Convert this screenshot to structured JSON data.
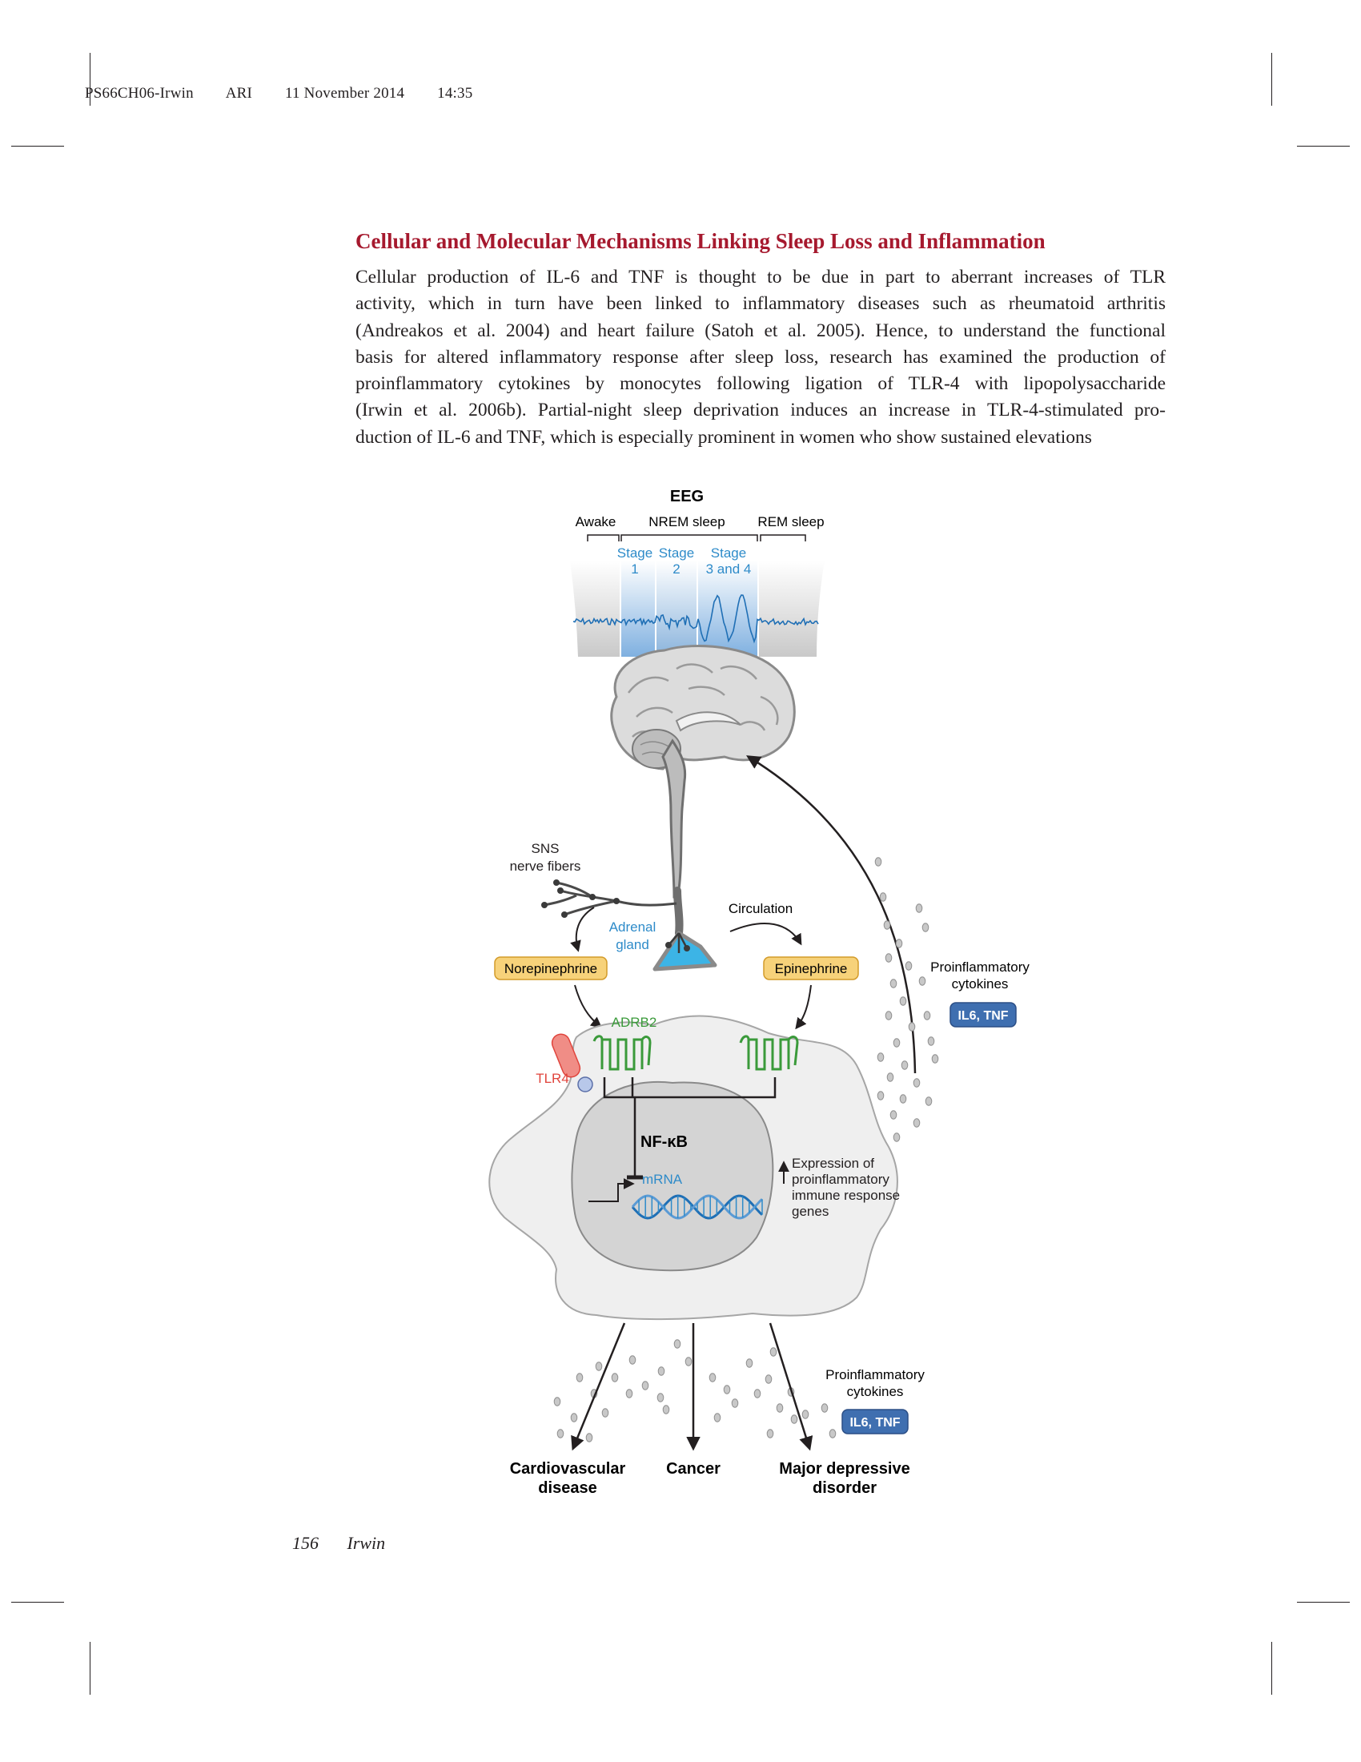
{
  "header": {
    "code": "PS66CH06-Irwin",
    "publisher": "ARI",
    "date": "11 November 2014",
    "time": "14:35"
  },
  "section_title": "Cellular and Molecular Mechanisms Linking Sleep Loss and Inflammation",
  "paragraph_lines": [
    "Cellular production of IL-6 and TNF is thought to be due in part to aberrant increases of TLR",
    "activity, which in turn have been linked to inflammatory diseases such as rheumatoid arthritis",
    "(Andreakos et al. 2004) and heart failure (Satoh et al. 2005). Hence, to understand the functional",
    "basis for altered inflammatory response after sleep loss, research has examined the production of",
    "proinflammatory cytokines by monocytes following ligation of TLR-4 with lipopolysaccharide",
    "(Irwin et al. 2006b). Partial-night sleep deprivation induces an increase in TLR-4-stimulated pro-",
    "duction of IL-6 and TNF, which is especially prominent in women who show sustained elevations"
  ],
  "figure": {
    "eeg_title": "EEG",
    "awake": "Awake",
    "nrem": "NREM sleep",
    "rem": "REM sleep",
    "stage1": [
      "Stage",
      "1"
    ],
    "stage2": [
      "Stage",
      "2"
    ],
    "stage34": [
      "Stage",
      "3 and 4"
    ],
    "sns": [
      "SNS",
      "nerve fibers"
    ],
    "adrenal": [
      "Adrenal",
      "gland"
    ],
    "circulation": "Circulation",
    "norepinephrine": "Norepinephrine",
    "epinephrine": "Epinephrine",
    "adrb2": "ADRB2",
    "tlr4": "TLR4",
    "nfkb": "NF-κB",
    "mrna": "mRNA",
    "expression": [
      "Expression of",
      "proinflammatory",
      "immune response",
      "genes"
    ],
    "cytokines_label": [
      "Proinflammatory",
      "cytokines"
    ],
    "cytokines_box": "IL6, TNF",
    "outcomes": {
      "cardio": [
        "Cardiovascular",
        "disease"
      ],
      "cancer": "Cancer",
      "depression": [
        "Major depressive",
        "disorder"
      ]
    },
    "colors": {
      "blue_label": "#2e8bc9",
      "green": "#3a9a3a",
      "red": "#e0443c",
      "hormone_fill": "#f7d27a",
      "cytokine_box": "#3f6fb0",
      "adrenal_fill": "#3cb4e6"
    }
  },
  "footer": {
    "page_number": "156",
    "author": "Irwin"
  }
}
